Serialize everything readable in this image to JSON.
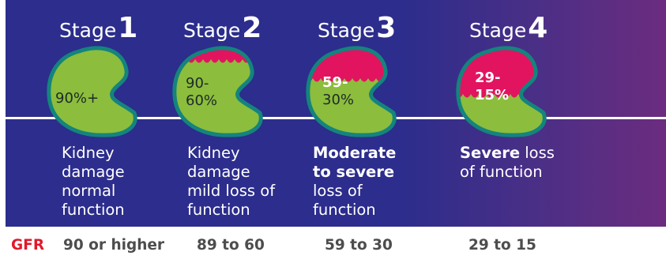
{
  "stages": [
    {
      "word": "Stage",
      "number": "1",
      "pct_line1": "90%+",
      "pct_line2": "",
      "desc_bold": "",
      "desc_rest": "Kidney damage normal function",
      "damage": 0,
      "gfr": "90 or higher"
    },
    {
      "word": "Stage",
      "number": "2",
      "pct_line1": "90-",
      "pct_line2": "60%",
      "desc_bold": "",
      "desc_rest": "Kidney damage mild loss of function",
      "damage": 0.15,
      "gfr": "89 to 60"
    },
    {
      "word": "Stage",
      "number": "3",
      "pct_line1": "59-",
      "pct_line2": "30%",
      "desc_bold": "Moderate to severe",
      "desc_rest": "loss of function",
      "damage": 0.45,
      "gfr": "59 to 30"
    },
    {
      "word": "Stage",
      "number": "4",
      "pct_line1": "29-",
      "pct_line2": "15%",
      "desc_bold": "Severe",
      "desc_rest": "loss of function",
      "damage": 0.7,
      "gfr": "29 to 15"
    }
  ],
  "gfr_label": "GFR",
  "colors": {
    "background": "#2c2d8c",
    "kidney_fill": "#8cbd3c",
    "kidney_outline": "#14847d",
    "damage": "#e2145f",
    "gfr_label": "#e1192a"
  }
}
